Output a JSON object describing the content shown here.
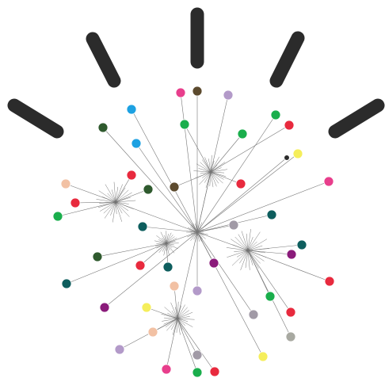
{
  "graph": {
    "type": "network-starburst",
    "hubs": [
      {
        "id": "hub-center"
      },
      {
        "id": "hub-left"
      },
      {
        "id": "hub-upper"
      },
      {
        "id": "hub-mid"
      },
      {
        "id": "hub-right"
      },
      {
        "id": "hub-bottom"
      }
    ],
    "node_colors": {
      "pink": "#e83e8c",
      "brown": "#5c4a2e",
      "lilac": "#b39ac9",
      "cyan": "#1da1e2",
      "green": "#1aae4c",
      "red": "#e82a3e",
      "darkgreen": "#2f5a2e",
      "yellow": "#f5ee5b",
      "peach": "#f2c1a4",
      "teal": "#0e5e5e",
      "purple": "#8a1b7a",
      "grey": "#a8a9a1",
      "mauve": "#a19aa6",
      "black": "#2b2b2b"
    },
    "ray_color": "#2b2b2b",
    "edge_color": "#777777"
  }
}
